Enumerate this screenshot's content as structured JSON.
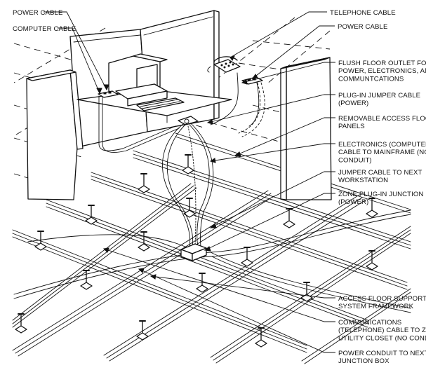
{
  "callouts": {
    "power_cable_left": [
      "POWER CABLE"
    ],
    "computer_cable": [
      "COMPUTER CABLE"
    ],
    "telephone_cable": [
      "TELEPHONE CABLE"
    ],
    "power_cable_right": [
      "POWER CABLE"
    ],
    "flush_floor_outlet": [
      "FLUSH FLOOR OUTLET FOR",
      "POWER, ELECTRONICS, AND",
      "COMMUNTCATIONS"
    ],
    "plug_in_jumper": [
      "PLUG-IN JUMPER CABLE",
      "(POWER)"
    ],
    "removable_panels": [
      "REMOVABLE ACCESS FLOOR",
      "PANELS"
    ],
    "electronics_cable": [
      "ELECTRONICS (COMPUTER)",
      "CABLE TO MAINFRAME (NO",
      "CONDUIT)"
    ],
    "jumper_next_ws": [
      "JUMPER CABLE TO NEXT",
      "WORKSTATION"
    ],
    "zone_junction_box": [
      "ZONE PLUG-IN JUNCTION BOX",
      "(POWER)"
    ],
    "support_framework": [
      "ACCESS FLOOR SUPPORT",
      "SYSTEM FRAMEWORK"
    ],
    "communications_cable": [
      "COMMUNICATIONS",
      "(TELEPHONE) CABLE TO ZONE",
      "UTILITY CLOSET (NO CONDUIT)"
    ],
    "power_conduit": [
      "POWER CONDUIT TO NEXT",
      "JUNCTION BOX"
    ]
  }
}
